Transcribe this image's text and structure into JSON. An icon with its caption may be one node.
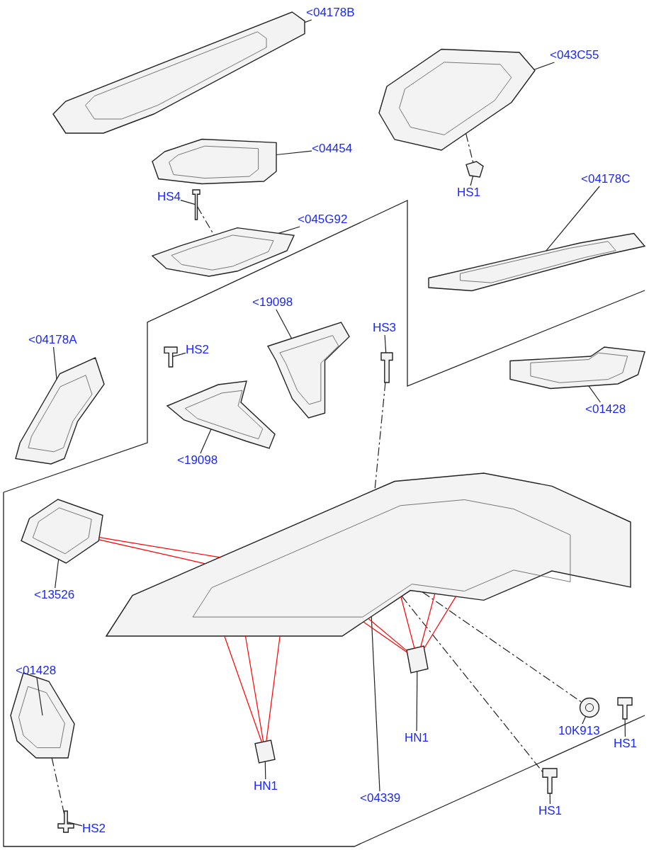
{
  "diagram": {
    "nodes": [
      {
        "text": [
          "<04178B"
        ]
      },
      {
        "text": [],
        "shape": "picture"
      },
      {
        "text": [
          "<043C55"
        ]
      },
      {
        "text": [],
        "shape": "picture"
      },
      {
        "text": [
          "<04454"
        ]
      },
      {
        "text": [],
        "shape": "picture"
      },
      {
        "text": [
          "HS4"
        ]
      },
      {
        "text": [],
        "shape": "picture"
      },
      {
        "text": [
          "<045G92"
        ]
      },
      {
        "text": [],
        "shape": "picture"
      },
      {
        "text": [
          "HS1"
        ]
      },
      {
        "text": [],
        "shape": "picture"
      },
      {
        "text": [
          "<04178C"
        ]
      },
      {
        "text": [],
        "shape": "picture"
      },
      {
        "text": [
          "<19098"
        ]
      },
      {
        "text": [],
        "shape": "picture"
      },
      {
        "text": [
          "HS2"
        ]
      },
      {
        "text": [],
        "shape": "picture"
      },
      {
        "text": [
          "HS3"
        ]
      },
      {
        "text": [],
        "shape": "picture"
      },
      {
        "text": [
          "<04178A"
        ]
      },
      {
        "text": [],
        "shape": "picture"
      },
      {
        "text": [
          "<01428"
        ]
      },
      {
        "text": [],
        "shape": "picture"
      },
      {
        "text": [
          "<19098"
        ]
      },
      {
        "text": [],
        "shape": "picture"
      },
      {
        "text": [
          "<13526"
        ]
      },
      {
        "text": [],
        "shape": "picture"
      },
      {
        "text": [
          "<04339"
        ]
      },
      {
        "text": [],
        "shape": "picture"
      },
      {
        "text": [
          "<01428"
        ]
      },
      {
        "text": [],
        "shape": "picture"
      },
      {
        "text": [
          "HS2"
        ]
      },
      {
        "text": [],
        "shape": "picture"
      },
      {
        "text": [
          "HN1"
        ]
      },
      {
        "text": [],
        "shape": "picture"
      },
      {
        "text": [
          "HN1"
        ]
      },
      {
        "text": [],
        "shape": "picture"
      },
      {
        "text": [
          "10K913"
        ]
      },
      {
        "text": [],
        "shape": "circle"
      },
      {
        "text": [
          "HS1"
        ]
      },
      {
        "text": [],
        "shape": "picture"
      },
      {
        "text": [
          "HS1"
        ]
      },
      {
        "text": [],
        "shape": "picture"
      }
    ],
    "edges": [
      {
        "from": 0,
        "to": 1,
        "arrow": "none"
      },
      {
        "from": 2,
        "to": 3,
        "arrow": "none"
      },
      {
        "from": 4,
        "to": 5,
        "arrow": "none"
      },
      {
        "from": 6,
        "to": 7,
        "arrow": "none"
      },
      {
        "from": 8,
        "to": 9,
        "arrow": "none"
      },
      {
        "from": 10,
        "to": 11,
        "arrow": "none"
      },
      {
        "from": 12,
        "to": 13,
        "arrow": "none"
      },
      {
        "from": 14,
        "to": 15,
        "arrow": "none"
      },
      {
        "from": 16,
        "to": 17,
        "arrow": "none"
      },
      {
        "from": 18,
        "to": 19,
        "arrow": "none"
      },
      {
        "from": 20,
        "to": 21,
        "arrow": "none"
      },
      {
        "from": 22,
        "to": 23,
        "arrow": "none"
      },
      {
        "from": 24,
        "to": 25,
        "arrow": "none"
      },
      {
        "from": 26,
        "to": 27,
        "arrow": "none"
      },
      {
        "from": 28,
        "to": 29,
        "arrow": "none"
      },
      {
        "from": 30,
        "to": 31,
        "arrow": "none"
      },
      {
        "from": 32,
        "to": 33,
        "arrow": "none"
      },
      {
        "from": 34,
        "to": 35,
        "arrow": "none"
      },
      {
        "from": 36,
        "to": 37,
        "arrow": "none"
      },
      {
        "from": 38,
        "to": 39,
        "arrow": "none"
      },
      {
        "from": 40,
        "to": 41,
        "arrow": "none"
      },
      {
        "from": 42,
        "to": 43,
        "arrow": "none"
      },
      {
        "from": 7,
        "to": 9,
        "arrow": "none",
        "style": "dashed"
      },
      {
        "from": 3,
        "to": 11,
        "arrow": "none",
        "style": "dashed"
      },
      {
        "from": 19,
        "to": 29,
        "arrow": "none",
        "style": "dashed"
      },
      {
        "from": 29,
        "to": 43,
        "arrow": "none",
        "style": "dashed"
      },
      {
        "from": 29,
        "to": 39,
        "arrow": "none",
        "style": "dashed"
      },
      {
        "from": 31,
        "to": 33,
        "arrow": "none",
        "style": "dashed"
      },
      {
        "from": 27,
        "to": 29,
        "arrow": "none",
        "color": "#ff0000"
      },
      {
        "from": 27,
        "to": 29,
        "arrow": "none",
        "color": "#ff0000"
      },
      {
        "from": 35,
        "to": 29,
        "arrow": "none",
        "color": "#ff0000"
      },
      {
        "from": 35,
        "to": 29,
        "arrow": "none",
        "color": "#ff0000"
      },
      {
        "from": 35,
        "to": 29,
        "arrow": "none",
        "color": "#ff0000"
      },
      {
        "from": 37,
        "to": 29,
        "arrow": "none",
        "color": "#ff0000"
      },
      {
        "from": 37,
        "to": 29,
        "arrow": "none",
        "color": "#ff0000"
      },
      {
        "from": 37,
        "to": 29,
        "arrow": "none",
        "color": "#ff0000"
      },
      {
        "from": 37,
        "to": 29,
        "arrow": "none",
        "color": "#ff0000"
      },
      {
        "from": 37,
        "to": 29,
        "arrow": "none",
        "color": "#ff0000"
      }
    ]
  }
}
